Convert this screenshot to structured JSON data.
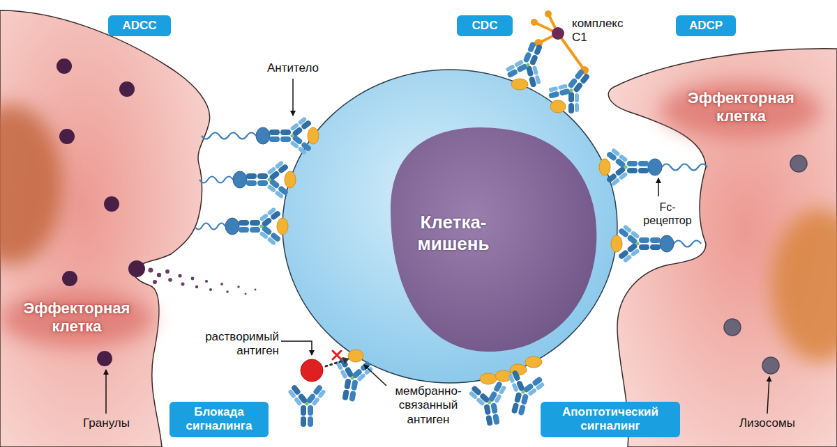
{
  "diagram": {
    "nodes": [
      {
        "text": [
          "ADCC"
        ]
      },
      {
        "text": [
          "CDC"
        ]
      },
      {
        "text": [
          "ADCP"
        ]
      },
      {
        "text": [
          "Эффекторная клетка"
        ]
      },
      {
        "text": [
          "Клетка-мишень"
        ]
      },
      {
        "text": [
          "Эффекторная клетка"
        ]
      },
      {
        "text": [
          "Блокада сигналинга"
        ]
      },
      {
        "text": [
          "Апоптотический сигналинг"
        ]
      }
    ],
    "labels": [
      "Антитело",
      "комплекс C1",
      "Fc-рецептор",
      "растворимый антиген",
      "мембранно-связанный антиген",
      "Гранулы",
      "Лизосомы"
    ]
  }
}
